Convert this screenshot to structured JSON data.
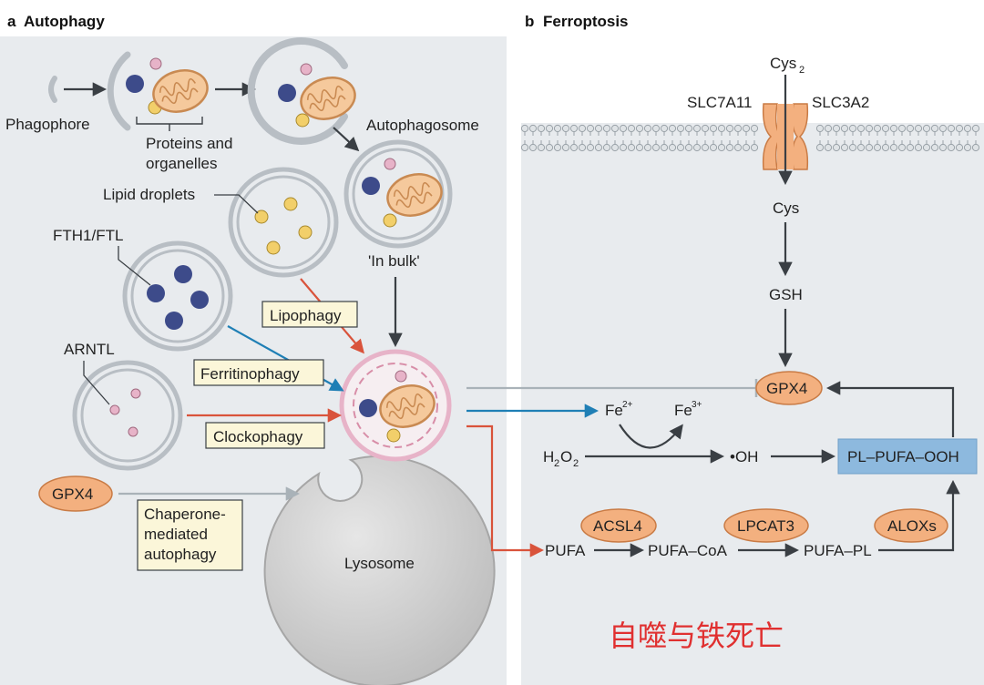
{
  "panel_a": {
    "letter": "a",
    "title": "Autophagy",
    "phagophore_label": "Phagophore",
    "proteins_label_line1": "Proteins and",
    "proteins_label_line2": "organelles",
    "autophagosome_label": "Autophagosome",
    "in_bulk_label": "'In bulk'",
    "lipid_droplets_label": "Lipid droplets",
    "fth1_label": "FTH1/FTL",
    "arntl_label": "ARNTL",
    "lipophagy_label": "Lipophagy",
    "ferritinophagy_label": "Ferritinophagy",
    "clockophagy_label": "Clockophagy",
    "gpx4_label": "GPX4",
    "cma_line1": "Chaperone-",
    "cma_line2": "mediated",
    "cma_line3": "autophagy",
    "lysosome_label": "Lysosome"
  },
  "panel_b": {
    "letter": "b",
    "title": "Ferroptosis",
    "cys2_label": "Cys",
    "cys2_sub": "2",
    "slc7a11_label": "SLC7A11",
    "slc3a2_label": "SLC3A2",
    "cys_label": "Cys",
    "gsh_label": "GSH",
    "gpx4_label": "GPX4",
    "fe2_label": "Fe",
    "fe2_sup": "2+",
    "fe3_label": "Fe",
    "fe3_sup": "3+",
    "h2o2_h": "H",
    "h2o2_sub1": "2",
    "h2o2_o": "O",
    "h2o2_sub2": "2",
    "oh_label": "•OH",
    "pl_pufa_ooh_label": "PL–PUFA–OOH",
    "pufa_label": "PUFA",
    "pufa_coa_label": "PUFA–CoA",
    "pufa_pl_label": "PUFA–PL",
    "acsl4_label": "ACSL4",
    "lpcat3_label": "LPCAT3",
    "aloxs_label": "ALOXs"
  },
  "watermark": "自噬与铁死亡",
  "colors": {
    "panel_bg": "#e8ebee",
    "arrow_dark": "#3a3f44",
    "arrow_red": "#d9533b",
    "arrow_blue": "#1f7fb5",
    "arrow_grey": "#a9b2b8",
    "enzyme_fill": "#f3b07f",
    "label_box_fill": "#fbf6d9",
    "product_box_fill": "#8db9de",
    "lysosome_fill": "#cfcfcf",
    "watermark": "#e03030"
  }
}
